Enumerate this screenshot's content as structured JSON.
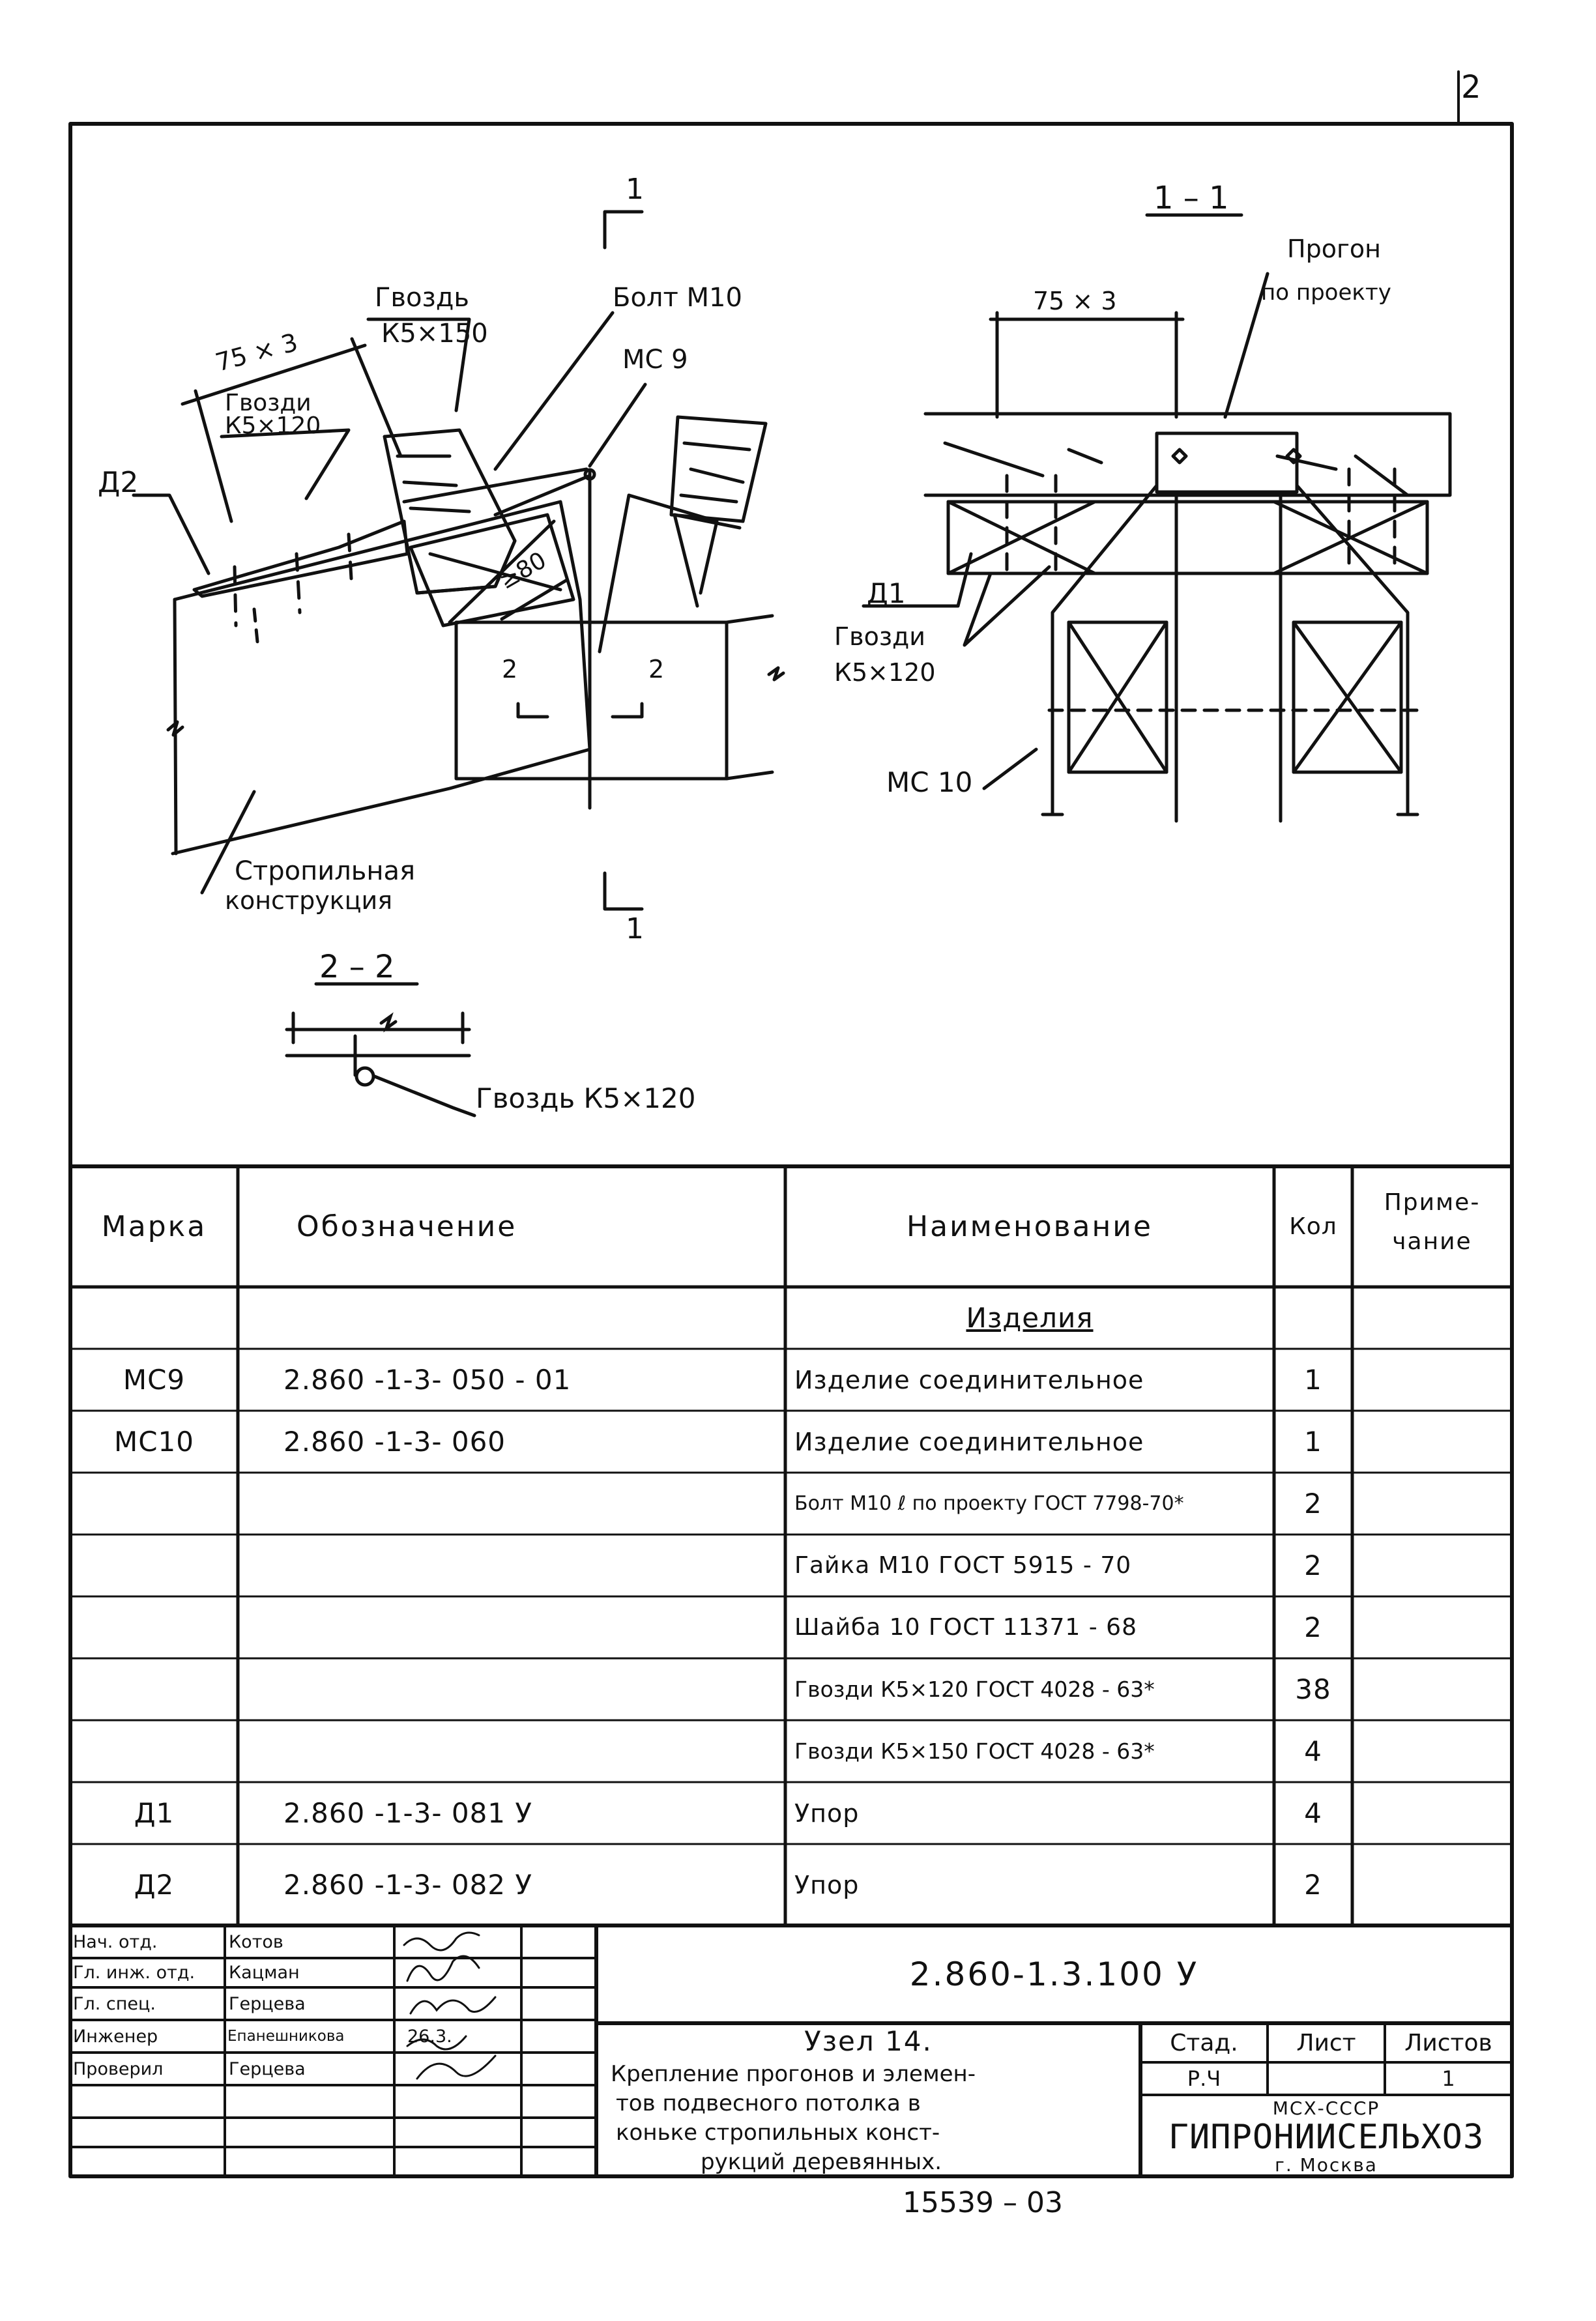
{
  "page_number": "2",
  "drawing": {
    "section_mark_1": "1",
    "label_nail_150": "Гвоздь",
    "label_nail_150_size": "К5×150",
    "label_bolt": "Болт М10",
    "label_ms9": "МС 9",
    "label_75x3_left": "75 × 3",
    "label_nails_120": "Гвозди",
    "label_nails_120_size": "К5×120",
    "label_d2": "Д2",
    "label_ge80": "≥80",
    "section_mark_2": "2",
    "label_rafter_1": "Стропильная",
    "label_rafter_2": "конструкция",
    "section_2_2_title": "2 – 2",
    "label_nail_k5_120": "Гвоздь К5×120",
    "section_1_1_title": "1 – 1",
    "label_purlin_1": "Прогон",
    "label_purlin_2": "по проекту",
    "label_75x3_right": "75 × 3",
    "label_d1": "Д1",
    "label_nails_right": "Гвозди",
    "label_nails_right_size": "К5×120",
    "label_ms10": "МС 10"
  },
  "spec_table": {
    "headers": {
      "mark": "Марка",
      "designation": "Обозначение",
      "name": "Наименование",
      "qty": "Кол",
      "note_1": "Приме-",
      "note_2": "чание"
    },
    "section_title": "Изделия",
    "rows": [
      {
        "mark": "МС9",
        "designation": "2.860 -1-3- 050 - 01",
        "name": "Изделие соединительное",
        "qty": "1"
      },
      {
        "mark": "МС10",
        "designation": "2.860 -1-3- 060",
        "name": "Изделие соединительное",
        "qty": "1"
      },
      {
        "mark": "",
        "designation": "",
        "name": "Болт М10 ℓ по проекту ГОСТ 7798-70*",
        "qty": "2"
      },
      {
        "mark": "",
        "designation": "",
        "name": "Гайка М10 ГОСТ 5915 - 70",
        "qty": "2"
      },
      {
        "mark": "",
        "designation": "",
        "name": "Шайба 10 ГОСТ 11371 - 68",
        "qty": "2"
      },
      {
        "mark": "",
        "designation": "",
        "name": "Гвозди К5×120 ГОСТ 4028 - 63*",
        "qty": "38"
      },
      {
        "mark": "",
        "designation": "",
        "name": "Гвозди К5×150 ГОСТ 4028 - 63*",
        "qty": "4"
      },
      {
        "mark": "Д1",
        "designation": "2.860 -1-3- 081 У",
        "name": "Упор",
        "qty": "4"
      },
      {
        "mark": "Д2",
        "designation": "2.860 -1-3- 082 У",
        "name": "Упор",
        "qty": "2"
      }
    ]
  },
  "title_block": {
    "signatures": [
      {
        "role": "Нач. отд.",
        "name": "Котов"
      },
      {
        "role": "Гл. инж. отд.",
        "name": "Кацман"
      },
      {
        "role": "Гл. спец.",
        "name": "Герцева"
      },
      {
        "role": "Инженер",
        "name": "Епанешникова",
        "date": "26.3."
      },
      {
        "role": "Проверил",
        "name": "Герцева"
      }
    ],
    "document_code": "2.860-1.3.100 У",
    "title_1": "Узел 14.",
    "title_2": "Крепление прогонов и элемен-",
    "title_3": "тов подвесного потолка в",
    "title_4": "коньке стропильных конст-",
    "title_5": "рукций деревянных.",
    "stage_header": "Стад.",
    "sheet_header": "Лист",
    "sheets_header": "Листов",
    "stage_value": "Р.Ч",
    "sheet_value": "",
    "sheets_value": "1",
    "org_ministry": "МСХ-СССР",
    "org_name": "ГИПРОНИИСЕЛЬХОЗ",
    "org_city": "г. Москва"
  },
  "footer_number": "15539 – 03"
}
